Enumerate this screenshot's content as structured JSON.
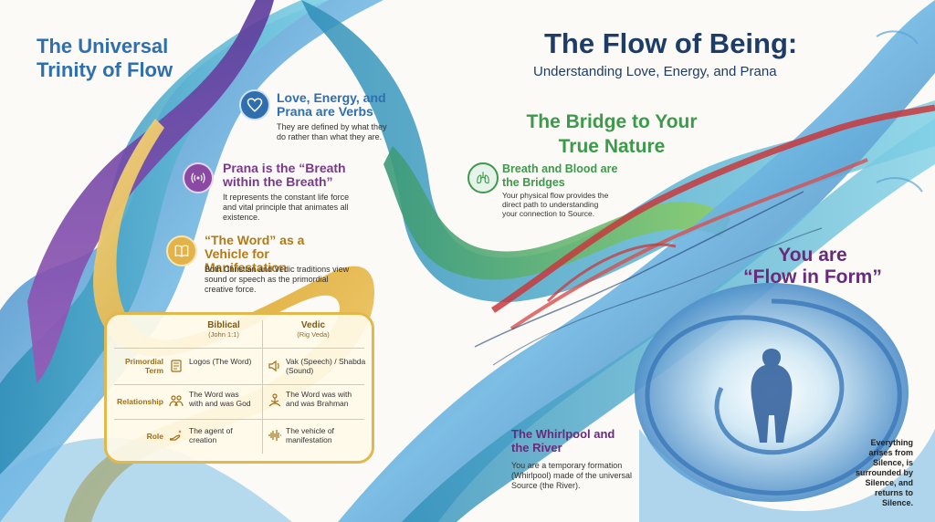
{
  "title": {
    "main": "The Flow of Being:",
    "subtitle": "Understanding Love, Energy, and Prana"
  },
  "trinity": {
    "heading": "The Universal Trinity of Flow"
  },
  "verbs": {
    "heading": "Love, Energy, and Prana are Verbs",
    "body": "They are defined by what they do rather than what they are.",
    "icon": "heart-icon"
  },
  "prana": {
    "heading": "Prana is the “Breath within the Breath”",
    "body": "It represents the constant life force and vital principle that animates all existence.",
    "icon": "breath-waves-icon"
  },
  "word": {
    "heading": "“The Word” as a Vehicle for Manifestation",
    "body": "Both Christian and Vedic traditions view sound or speech as the primordial creative force.",
    "icon": "book-icon"
  },
  "table": {
    "columns": [
      {
        "label": "Biblical",
        "sub": "(John 1:1)"
      },
      {
        "label": "Vedic",
        "sub": "(Rig Veda)"
      }
    ],
    "rows": [
      {
        "label": "Primordial Term",
        "biblical": "Logos (The Word)",
        "vedic": "Vak (Speech) / Shabda (Sound)",
        "icon_a": "scroll-icon",
        "icon_b": "sound-icon"
      },
      {
        "label": "Relationship",
        "biblical": "The Word was with and was God",
        "vedic": "The Word was with and was Brahman",
        "icon_a": "people-icon",
        "icon_b": "meditation-icon"
      },
      {
        "label": "Role",
        "biblical": "The agent of creation",
        "vedic": "The vehicle of manifestation",
        "icon_a": "hand-sparkle-icon",
        "icon_b": "soundwave-icon"
      }
    ]
  },
  "bridge": {
    "heading": "The Bridge to Your True Nature",
    "sub_heading": "Breath and Blood are the Bridges",
    "body": "Your physical flow provides the direct path to understanding your connection to Source.",
    "icon": "lungs-icon"
  },
  "flow_form": {
    "heading_1": "You are",
    "heading_2": "“Flow in Form”"
  },
  "whirlpool": {
    "heading": "The Whirlpool and the River",
    "body": "You are a temporary formation (Whirlpool) made of the universal Source (the River)."
  },
  "silence": {
    "body": "Everything arises from Silence, is surrounded by Silence, and returns to Silence."
  },
  "colors": {
    "blue": "#2f6fae",
    "purple": "#7a3a8c",
    "gold": "#e2b84d",
    "green": "#3c9a4a",
    "red": "#c8383d"
  }
}
